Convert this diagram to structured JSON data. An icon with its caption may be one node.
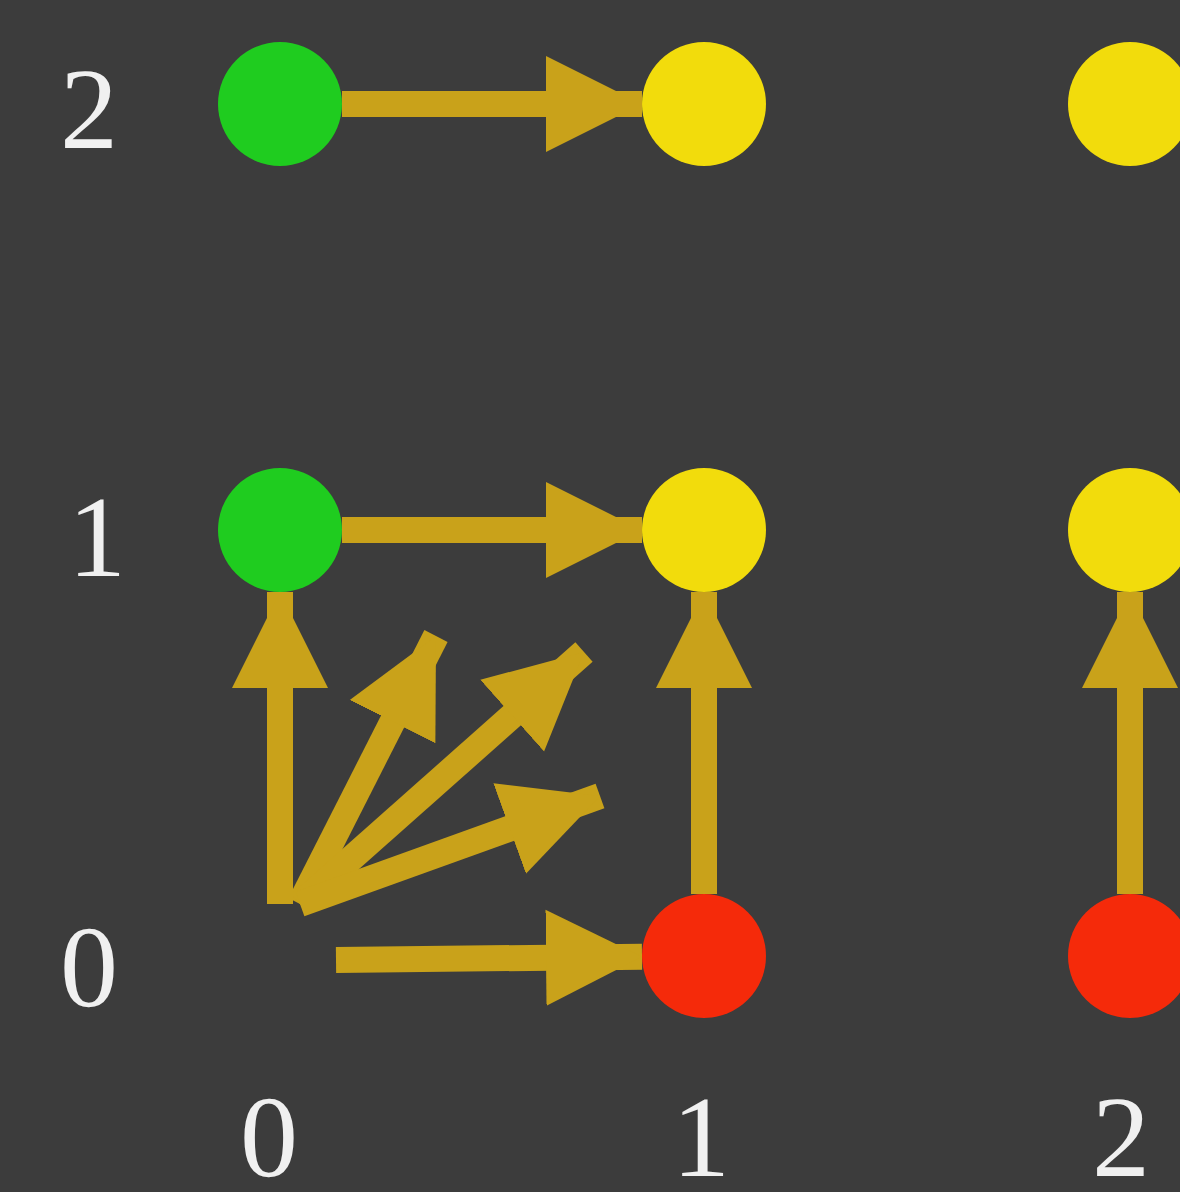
{
  "diagram": {
    "nodes": [
      {
        "text": [],
        "shape": "circle"
      },
      {
        "text": [],
        "shape": "circle"
      },
      {
        "text": [],
        "shape": "circle"
      },
      {
        "text": [],
        "shape": "circle"
      },
      {
        "text": [],
        "shape": "circle"
      },
      {
        "text": [],
        "shape": "circle"
      },
      {
        "text": [],
        "shape": "circle"
      },
      {
        "text": [],
        "shape": "circle"
      }
    ],
    "edges": [
      {
        "from": 0,
        "to": 1,
        "arrow": "to"
      },
      {
        "from": 3,
        "to": 4,
        "arrow": "to"
      },
      {
        "from": null,
        "to": 3,
        "arrow": "to"
      },
      {
        "from": null,
        "to": 6,
        "arrow": "to"
      },
      {
        "from": 6,
        "to": 4,
        "arrow": "to"
      },
      {
        "from": 7,
        "to": 5,
        "arrow": "to"
      }
    ],
    "labels": [
      "2",
      "1",
      "0",
      "0",
      "1",
      "2"
    ]
  }
}
